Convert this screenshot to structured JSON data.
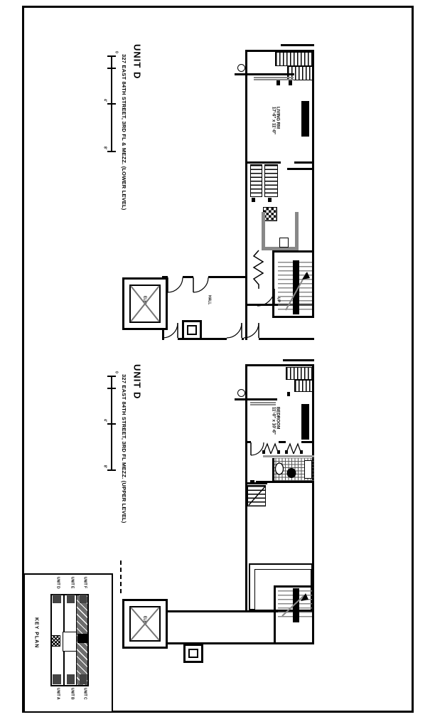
{
  "sheet": {
    "background": "#ffffff",
    "line_color": "#000000",
    "accent_gray": "#808080"
  },
  "plan1": {
    "title": "UNIT D",
    "subtitle": "327 EAST 84TH STREET, 3RD FL & MEZZ. (LOWER LEVEL)",
    "labels": {
      "living_room": "LIVING RM",
      "living_room_dims": "17'-6\" x 11'-0\"",
      "hall": "HALL",
      "elevator": "ELEV.",
      "stair_up": "UP"
    }
  },
  "plan2": {
    "title": "UNIT D",
    "subtitle": "327 EAST 84TH STREET, 3RD FL MEZZ. (UPPER LEVEL)",
    "labels": {
      "bedroom": "BEDROOM",
      "bedroom_dims": "11'-0\" x 10'-6\"",
      "elevator": "ELEV."
    }
  },
  "scale_bar": {
    "labels": [
      "0",
      "4'",
      "8'"
    ]
  },
  "key_plan": {
    "title": "KEY PLAN",
    "top_units": [
      "UNIT D",
      "UNIT E",
      "UNIT F"
    ],
    "bottom_units": [
      "UNIT A",
      "UNIT B",
      "UNIT C"
    ],
    "highlight": "#6e6e6e"
  }
}
